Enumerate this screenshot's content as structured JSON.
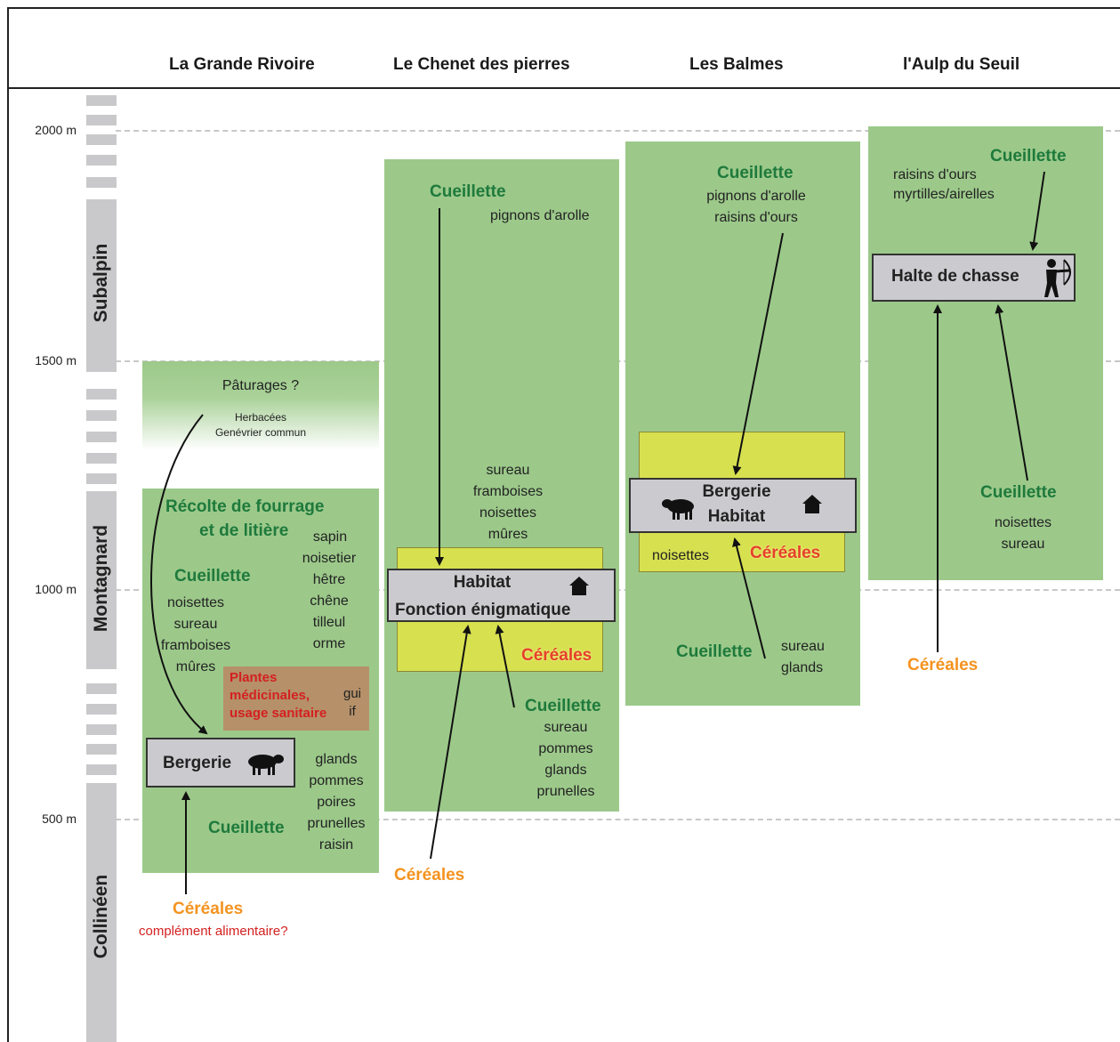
{
  "sites": {
    "grande_rivoire": "La Grande Rivoire",
    "chenet": "Le Chenet des pierres",
    "balmes": "Les Balmes",
    "aulp": "l'Aulp du Seuil"
  },
  "altitudes": {
    "a2000": "2000 m",
    "a1500": "1500 m",
    "a1000": "1000 m",
    "a500": "500 m"
  },
  "zones": {
    "subalpin": "Subalpin",
    "montagnard": "Montagnard",
    "collineen": "Collinéen"
  },
  "grande_rivoire": {
    "paturages": "Pâturages ?",
    "herbacees": "Herbacées",
    "genevrier": "Genévrier commun",
    "recolte1": "Récolte de fourrage",
    "recolte2": "et de litière",
    "trees": [
      "sapin",
      "noisetier",
      "hêtre",
      "chêne",
      "tilleul",
      "orme"
    ],
    "cueillette_top": "Cueillette",
    "cueillette_top_items": [
      "noisettes",
      "sureau",
      "framboises",
      "mûres"
    ],
    "plantes": [
      "Plantes",
      "médicinales,",
      "usage sanitaire"
    ],
    "plantes_items": [
      "gui",
      "if"
    ],
    "bergerie": "Bergerie",
    "bottom_items": [
      "glands",
      "pommes",
      "poires",
      "prunelles",
      "raisin"
    ],
    "cueillette_bottom": "Cueillette",
    "cereales": "Céréales",
    "complement": "complément alimentaire?"
  },
  "chenet": {
    "cueillette_top": "Cueillette",
    "pignons": "pignons d'arolle",
    "mid_items": [
      "sureau",
      "framboises",
      "noisettes",
      "mûres"
    ],
    "habitat1": "Habitat",
    "habitat2": "Fonction énigmatique",
    "cereales_inside": "Céréales",
    "cueillette_bottom": "Cueillette",
    "bottom_items": [
      "sureau",
      "pommes",
      "glands",
      "prunelles"
    ],
    "cereales_below": "Céréales"
  },
  "balmes": {
    "cueillette_top": "Cueillette",
    "top_items": [
      "pignons d'arolle",
      "raisins d'ours"
    ],
    "bergerie": "Bergerie",
    "habitat": "Habitat",
    "noisettes": "noisettes",
    "cereales_inside": "Céréales",
    "cueillette_bottom": "Cueillette",
    "bottom_items": [
      "sureau",
      "glands"
    ]
  },
  "aulp": {
    "top_items": [
      "raisins d'ours",
      "myrtilles/airelles"
    ],
    "cueillette_top": "Cueillette",
    "halte": "Halte de chasse",
    "cueillette_mid": "Cueillette",
    "mid_items": [
      "noisettes",
      "sureau"
    ],
    "cereales": "Céréales"
  },
  "colors": {
    "green_box": "#9cc98a",
    "yellow_box": "#d7e04f",
    "gray_box": "#cbcbcf",
    "brown_box": "#b59069",
    "cueillette_text": "#1e7a3c",
    "cereales_text": "#f4931f",
    "warning_text": "#d42020"
  },
  "icons": [
    "sheep-icon",
    "house-icon",
    "archer-icon"
  ]
}
